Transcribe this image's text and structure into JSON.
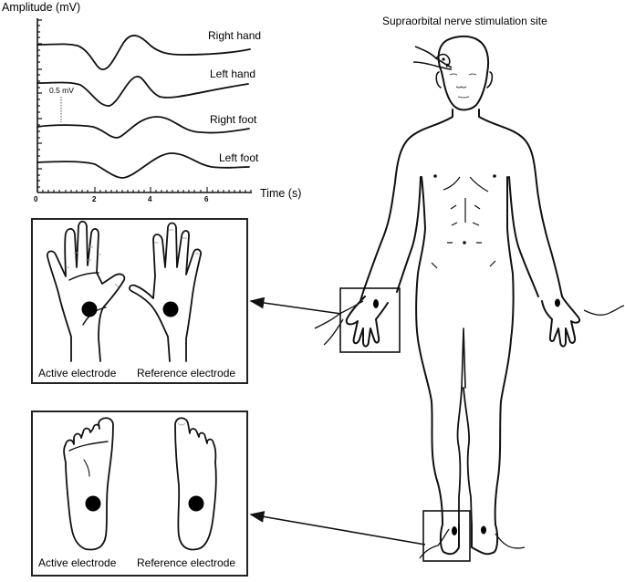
{
  "figure": {
    "title_stimulation": "Supraorbital nerve stimulation site"
  },
  "chart_data": {
    "type": "line",
    "title": "",
    "xlabel": "Time (s)",
    "ylabel": "Amplitude (mV)",
    "xlim": [
      0,
      7.5
    ],
    "x_ticks": [
      "0",
      "2",
      "4",
      "6"
    ],
    "scale_bar": "0.5 mV",
    "grid": false,
    "legend_position": "inline labels right of traces",
    "series": [
      {
        "name": "Right hand",
        "x": [
          0,
          1,
          1.6,
          2.2,
          2.6,
          3.1,
          3.5,
          4.2,
          5.0,
          6.0,
          7.5
        ],
        "values": [
          0,
          0,
          -0.1,
          -0.75,
          -0.6,
          0.15,
          0.25,
          -0.1,
          -0.3,
          -0.3,
          -0.15
        ]
      },
      {
        "name": "Left hand",
        "x": [
          0,
          1,
          1.6,
          2.2,
          2.6,
          3.1,
          3.7,
          4.2,
          5.0,
          6.0,
          7.5
        ],
        "values": [
          0,
          0,
          -0.05,
          -0.55,
          -0.65,
          -0.2,
          0.15,
          -0.3,
          -0.4,
          -0.25,
          0.05
        ]
      },
      {
        "name": "Right foot",
        "x": [
          0,
          1,
          2,
          2.5,
          2.9,
          3.5,
          4.3,
          5.0,
          6.0,
          7.5
        ],
        "values": [
          0,
          0,
          -0.05,
          -0.2,
          -0.3,
          -0.05,
          0.25,
          0.05,
          -0.15,
          -0.05
        ]
      },
      {
        "name": "Left foot",
        "x": [
          0,
          1,
          2,
          2.5,
          3.0,
          3.8,
          4.8,
          5.5,
          6.5,
          7.5
        ],
        "values": [
          0,
          0,
          -0.05,
          -0.3,
          -0.45,
          -0.15,
          0.25,
          0.05,
          -0.1,
          -0.1
        ]
      }
    ]
  },
  "panels": {
    "hands": {
      "active_label": "Active electrode",
      "reference_label": "Reference electrode"
    },
    "feet": {
      "active_label": "Active electrode",
      "reference_label": "Reference electrode"
    }
  },
  "colors": {
    "line": "#111111",
    "background": "#ffffff",
    "electrode": "#000000"
  }
}
